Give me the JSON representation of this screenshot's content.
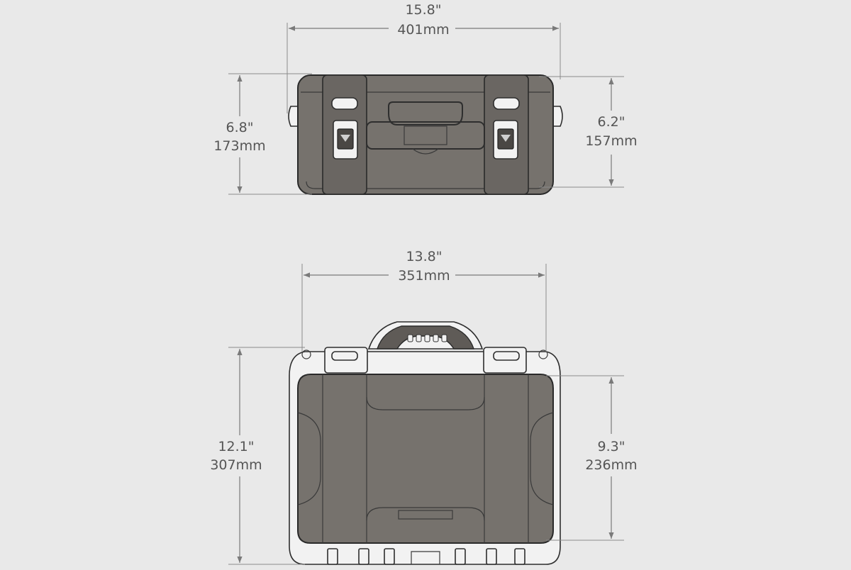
{
  "diagram": {
    "background": "#e9e9e9",
    "case_color": "#76726d",
    "line_color": "#2e2e2e",
    "dimension_color": "#7a7a7a",
    "views": {
      "front": {
        "width": {
          "in": "15.8\"",
          "mm": "401mm"
        },
        "height": {
          "in": "6.8\"",
          "mm": "173mm"
        },
        "lid_height": {
          "in": "6.2\"",
          "mm": "157mm"
        }
      },
      "top": {
        "width": {
          "in": "13.8\"",
          "mm": "351mm"
        },
        "depth": {
          "in": "12.1\"",
          "mm": "307mm"
        },
        "inner_depth": {
          "in": "9.3\"",
          "mm": "236mm"
        }
      }
    }
  }
}
